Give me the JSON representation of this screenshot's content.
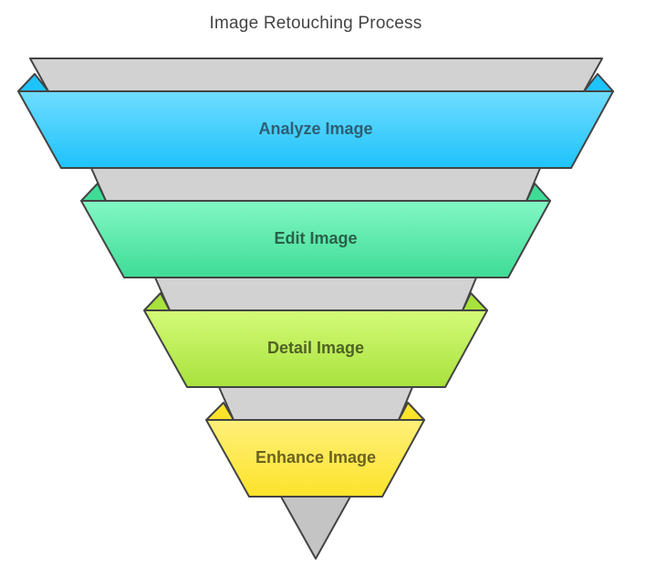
{
  "diagram": {
    "title": "Image Retouching Process",
    "stages": [
      {
        "label": "Analyze Image",
        "color_top": "#6fdcff",
        "color_bottom": "#1ec3fb",
        "text_color": "#2e5e74"
      },
      {
        "label": "Edit Image",
        "color_top": "#82f7c4",
        "color_bottom": "#3fdc97",
        "text_color": "#2b6148"
      },
      {
        "label": "Detail Image",
        "color_top": "#d4fa77",
        "color_bottom": "#a8e23d",
        "text_color": "#4f6324"
      },
      {
        "label": "Enhance Image",
        "color_top": "#fff07a",
        "color_bottom": "#fde32a",
        "text_color": "#6b6220"
      }
    ]
  }
}
